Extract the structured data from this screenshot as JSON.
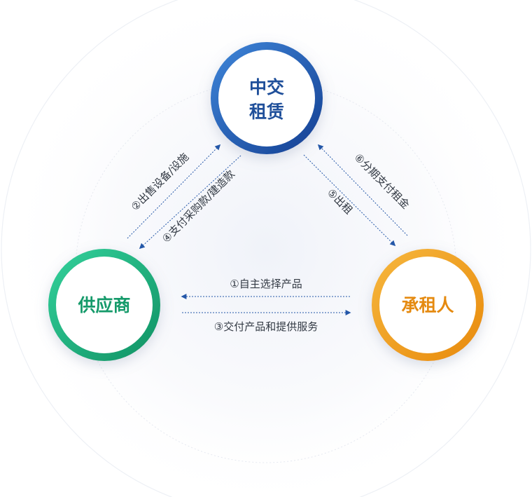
{
  "nodes": {
    "lessor": {
      "lines": [
        "中交",
        "租赁"
      ],
      "color": "#1f4f9a",
      "ring_light": "#3f86d9",
      "ring_dark": "#143f92"
    },
    "supplier": {
      "lines": [
        "供应商"
      ],
      "color": "#159a6a",
      "ring_light": "#34d29c",
      "ring_dark": "#119163"
    },
    "lessee": {
      "lines": [
        "承租人"
      ],
      "color": "#e58a10",
      "ring_light": "#f6b73e",
      "ring_dark": "#e88a0c"
    }
  },
  "flows": {
    "step1": "①自主选择产品",
    "step2": "②出售设备/设施",
    "step3": "③交付产品和提供服务",
    "step4": "④支付采购款/建造款",
    "step5": "⑤出租",
    "step6": "⑥分期支付租金"
  },
  "colors": {
    "arrow": "#2457a8",
    "label": "#333a44"
  }
}
